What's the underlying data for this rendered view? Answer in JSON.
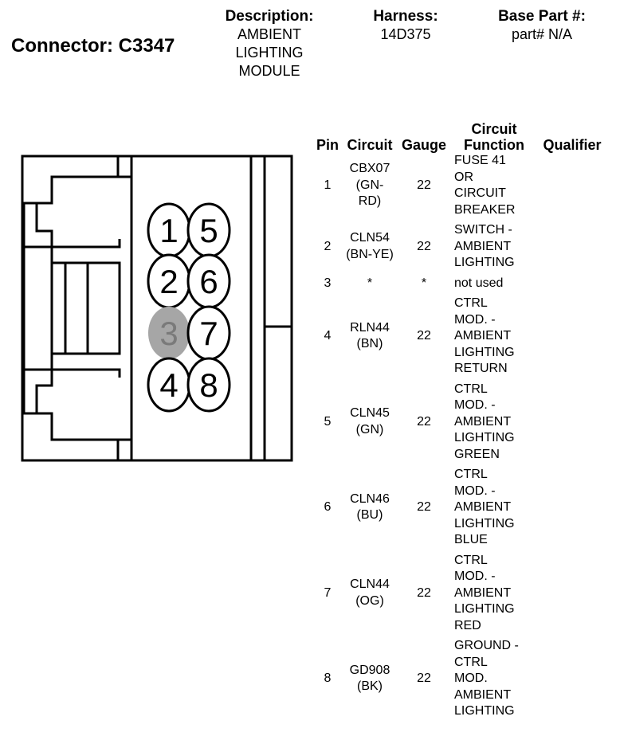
{
  "connector": {
    "label": "Connector: C3347"
  },
  "description": {
    "label": "Description:",
    "value": "AMBIENT LIGHTING MODULE",
    "lines": [
      "AMBIENT",
      "LIGHTING",
      "MODULE"
    ]
  },
  "harness": {
    "label": "Harness:",
    "value": "14D375"
  },
  "base_part": {
    "label": "Base Part #:",
    "value": "part# N/A"
  },
  "diagram": {
    "pins": [
      {
        "number": "1",
        "used": true
      },
      {
        "number": "2",
        "used": true
      },
      {
        "number": "3",
        "used": false
      },
      {
        "number": "4",
        "used": true
      },
      {
        "number": "5",
        "used": true
      },
      {
        "number": "6",
        "used": true
      },
      {
        "number": "7",
        "used": true
      },
      {
        "number": "8",
        "used": true
      }
    ],
    "colors": {
      "outline": "#000000",
      "unused_pin_fill": "#a6a6a6",
      "pin_fill": "#ffffff"
    }
  },
  "table": {
    "headers": {
      "pin": "Pin",
      "circuit": "Circuit",
      "gauge": "Gauge",
      "function_line1": "Circuit",
      "function_line2": "Function",
      "qualifier": "Qualifier"
    },
    "rows": [
      {
        "pin": "1",
        "circuit": [
          "CBX07",
          "(GN-",
          "RD)"
        ],
        "gauge": "22",
        "function": [
          "FUSE 41",
          "OR",
          "CIRCUIT",
          "BREAKER"
        ],
        "qualifier": ""
      },
      {
        "pin": "2",
        "circuit": [
          "CLN54",
          "(BN-YE)"
        ],
        "gauge": "22",
        "function": [
          "SWITCH -",
          "AMBIENT",
          "LIGHTING"
        ],
        "qualifier": ""
      },
      {
        "pin": "3",
        "circuit": [
          "*"
        ],
        "gauge": "*",
        "function": [
          "not used"
        ],
        "qualifier": ""
      },
      {
        "pin": "4",
        "circuit": [
          "RLN44",
          "(BN)"
        ],
        "gauge": "22",
        "function": [
          "CTRL",
          "MOD. -",
          "AMBIENT",
          "LIGHTING",
          "RETURN"
        ],
        "qualifier": ""
      },
      {
        "pin": "5",
        "circuit": [
          "CLN45",
          "(GN)"
        ],
        "gauge": "22",
        "function": [
          "CTRL",
          "MOD. -",
          "AMBIENT",
          "LIGHTING",
          "GREEN"
        ],
        "qualifier": ""
      },
      {
        "pin": "6",
        "circuit": [
          "CLN46",
          "(BU)"
        ],
        "gauge": "22",
        "function": [
          "CTRL",
          "MOD. -",
          "AMBIENT",
          "LIGHTING",
          "BLUE"
        ],
        "qualifier": ""
      },
      {
        "pin": "7",
        "circuit": [
          "CLN44",
          "(OG)"
        ],
        "gauge": "22",
        "function": [
          "CTRL",
          "MOD. -",
          "AMBIENT",
          "LIGHTING",
          "RED"
        ],
        "qualifier": ""
      },
      {
        "pin": "8",
        "circuit": [
          "GD908",
          "(BK)"
        ],
        "gauge": "22",
        "function": [
          "GROUND -",
          "CTRL",
          "MOD.",
          "AMBIENT",
          "LIGHTING"
        ],
        "qualifier": ""
      }
    ]
  }
}
